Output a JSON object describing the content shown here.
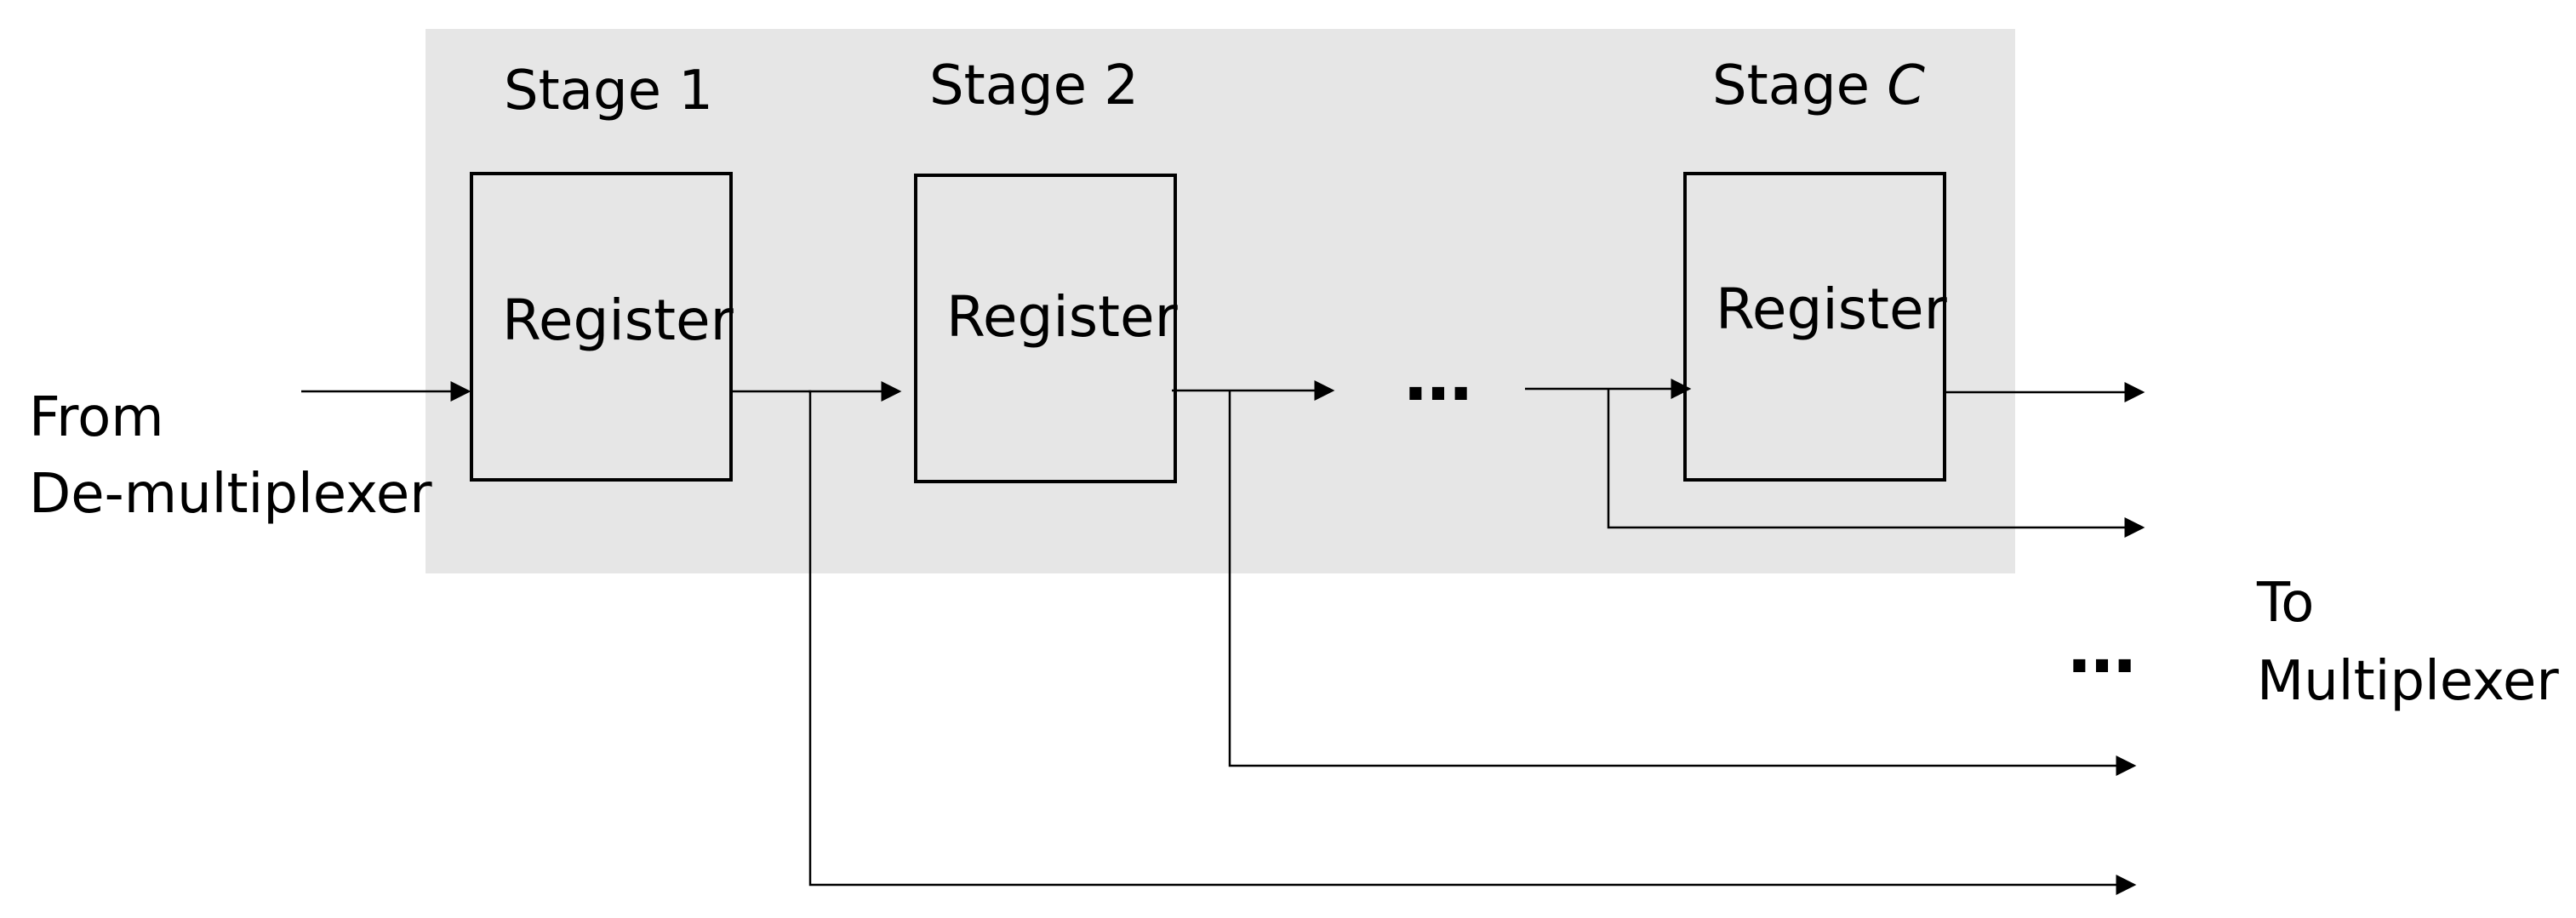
{
  "stages": [
    {
      "label_prefix": "Stage ",
      "label_index": "1",
      "register_label": "Register"
    },
    {
      "label_prefix": "Stage ",
      "label_index": "2",
      "register_label": "Register"
    },
    {
      "label_prefix": "Stage ",
      "label_index": "C",
      "register_label": "Register"
    }
  ],
  "ellipsis_middle": "…",
  "ellipsis_right": "…",
  "input_label": {
    "line1": "From",
    "line2": "De-multiplexer"
  },
  "output_label": {
    "line1": "To",
    "line2": "Multiplexer"
  },
  "colors": {
    "stage_background": "#e6e6e6",
    "stroke": "#000000"
  }
}
